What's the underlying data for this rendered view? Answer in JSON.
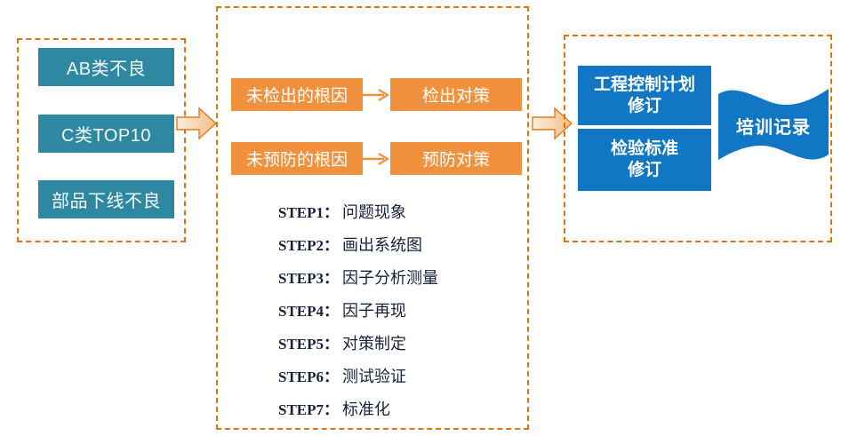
{
  "colors": {
    "dashed_border": "#DD7410",
    "teal": "#2F88A2",
    "orange": "#F2913D",
    "blue": "#1176C3",
    "arrow_fill_light": "#FBE2C8",
    "arrow_fill_dark": "#F6C08A",
    "arrow_stroke": "#E07B19",
    "step_text": "#16213C"
  },
  "panels": {
    "inputs": {
      "name": "input-sources-group",
      "boxes": [
        {
          "label": "AB类不良"
        },
        {
          "label": "C类TOP10"
        },
        {
          "label": "部品下线不良"
        }
      ]
    },
    "analysis": {
      "name": "analysis-group",
      "cause_rows": [
        {
          "cause": "未检出的根因",
          "measure": "检出对策"
        },
        {
          "cause": "未预防的根因",
          "measure": "预防对策"
        }
      ],
      "steps": [
        {
          "key": "STEP1",
          "colon": "：",
          "value": "问题现象"
        },
        {
          "key": "STEP2",
          "colon": "：",
          "value": "画出系统图"
        },
        {
          "key": "STEP3",
          "colon": "：",
          "value": "因子分析测量"
        },
        {
          "key": "STEP4",
          "colon": "：",
          "value": "因子再现"
        },
        {
          "key": "STEP5",
          "colon": "：",
          "value": "对策制定"
        },
        {
          "key": "STEP6",
          "colon": "：",
          "value": "测试验证"
        },
        {
          "key": "STEP7",
          "colon": "：",
          "value": "标准化"
        }
      ]
    },
    "outputs": {
      "name": "outputs-group",
      "boxes": [
        {
          "line1": "工程控制计划",
          "line2": "修订"
        },
        {
          "line1": "检验标准",
          "line2": "修订"
        }
      ],
      "ribbon": {
        "label": "培训记录"
      }
    }
  },
  "connectors": {
    "arrow_1": "right-arrow-icon",
    "arrow_2": "right-arrow-icon",
    "inline_arrow_detect": "arrow-right-icon",
    "inline_arrow_prevent": "arrow-right-icon"
  }
}
